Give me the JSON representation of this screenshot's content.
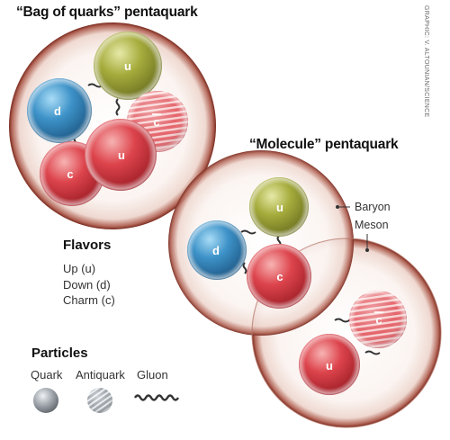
{
  "titles": {
    "bag": "“Bag of quarks” pentaquark",
    "molecule": "“Molecule” pentaquark"
  },
  "credit": "GRAPHIC: V. ALTOUNIAN/SCIENCE",
  "labels": {
    "baryon": "Baryon",
    "meson": "Meson"
  },
  "flavors": {
    "heading": "Flavors",
    "items": [
      "Up (u)",
      "Down (d)",
      "Charm (c)"
    ]
  },
  "particles": {
    "heading": "Particles",
    "items": [
      "Quark",
      "Antiquark",
      "Gluon"
    ]
  },
  "quark_letters": {
    "u": "u",
    "d": "d",
    "c": "c",
    "cbar": "c"
  },
  "colors": {
    "halo": "#7a2a1e",
    "halo_fill": "#f6ebe6",
    "green": "#a3a83b",
    "blue": "#3b8fc4",
    "red": "#d9414a",
    "antiquark": "#e07a80",
    "grey": "#9aa0a6",
    "spring": "#333333"
  }
}
